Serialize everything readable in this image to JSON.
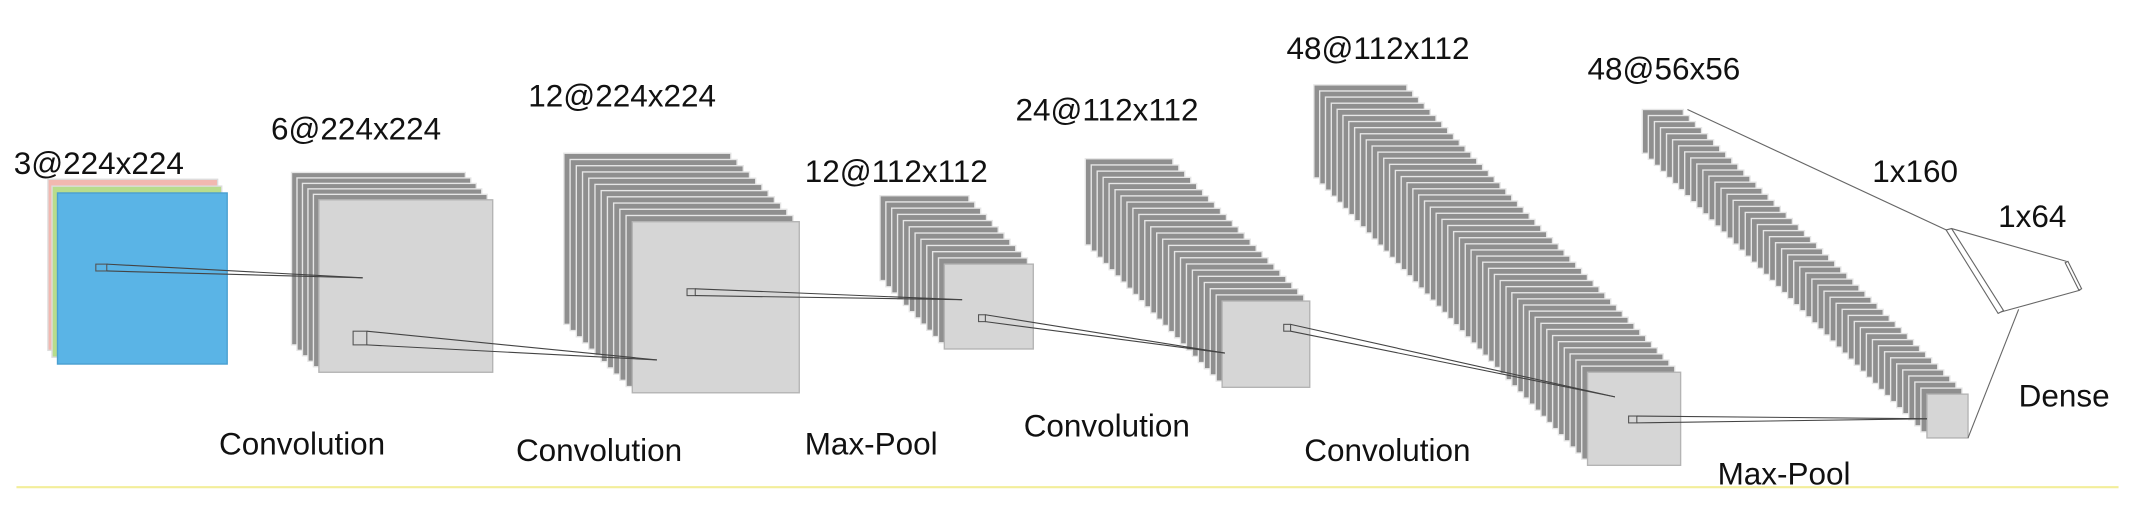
{
  "diagram": {
    "input": {
      "label": "3@224x224",
      "channels": 3,
      "channel_colors": [
        "#f2b8b0",
        "#b8dc8c",
        "#5ab4e6"
      ]
    },
    "layers": [
      {
        "id": "conv1",
        "label": "6@224x224",
        "maps": 6,
        "op": "Convolution"
      },
      {
        "id": "conv2",
        "label": "12@224x224",
        "maps": 12,
        "op": "Convolution"
      },
      {
        "id": "pool1",
        "label": "12@112x112",
        "maps": 12,
        "op": "Max-Pool"
      },
      {
        "id": "conv3",
        "label": "24@112x112",
        "maps": 24,
        "op": "Convolution"
      },
      {
        "id": "conv4",
        "label": "48@112x112",
        "maps": 48,
        "op": "Convolution"
      },
      {
        "id": "pool2",
        "label": "48@56x56",
        "maps": 48,
        "op": "Max-Pool"
      }
    ],
    "dense": {
      "op": "Dense",
      "vectors": [
        {
          "label": "1x160"
        },
        {
          "label": "1x64"
        }
      ]
    },
    "colors": {
      "map_back": "#8f8f8f",
      "map_front": "#d6d6d6",
      "map_edge": "#e6e6e6",
      "rule": "#f3ee9a"
    }
  }
}
